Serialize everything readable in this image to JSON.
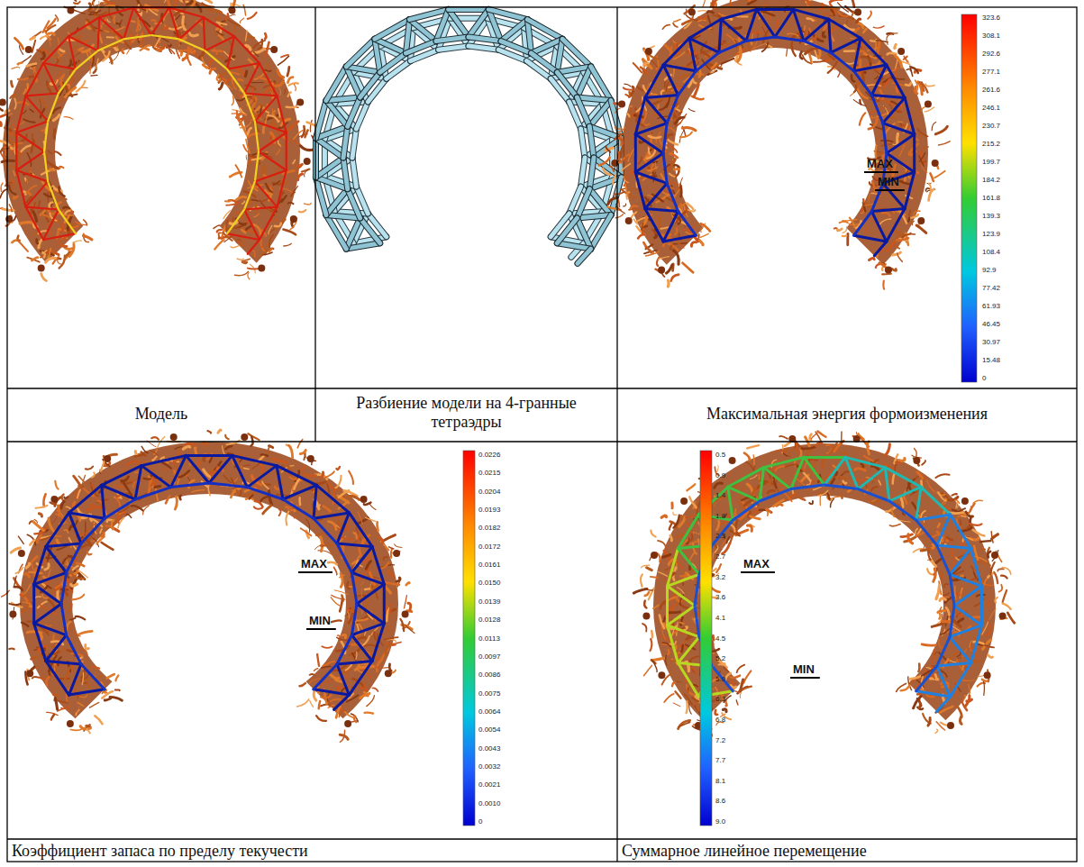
{
  "diagram": {
    "labels": [
      "Модель",
      "Разбиение модели на 4-гранные тетраэдры",
      "Максимальная энергия формоизменения",
      "Коэффициент запаса по пределу текучести",
      "Суммарное линейное перемещение",
      "323.6",
      "308.1",
      "292.6",
      "277.1",
      "261.6",
      "246.1",
      "230.7",
      "215.2",
      "199.7",
      "184.2",
      "161.8",
      "139.3",
      "123.9",
      "108.4",
      "92.9",
      "77.42",
      "61.93",
      "46.45",
      "30.97",
      "15.48",
      "0",
      "MAX",
      "MIN",
      "0.0226",
      "0.0215",
      "0.0204",
      "0.0193",
      "0.0182",
      "0.0172",
      "0.0161",
      "0.0150",
      "0.0139",
      "0.0128",
      "0.0113",
      "0.0097",
      "0.0086",
      "0.0075",
      "0.0064",
      "0.0054",
      "0.0043",
      "0.0032",
      "0.0021",
      "0.0010",
      "0",
      "MAX",
      "MIN",
      "0.5",
      "0.9",
      "1.4",
      "1.8",
      "2.3",
      "2.7",
      "3.2",
      "3.6",
      "4.1",
      "4.5",
      "5.2",
      "5.9",
      "6.3",
      "6.8",
      "7.2",
      "7.7",
      "8.1",
      "8.6",
      "9.0",
      "MAX",
      "MIN"
    ]
  }
}
